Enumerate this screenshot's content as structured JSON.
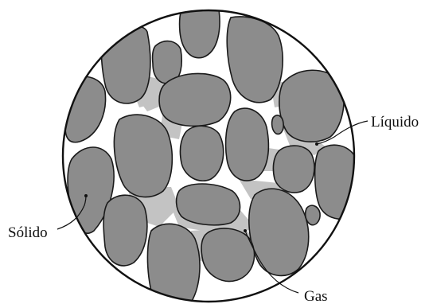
{
  "diagram": {
    "labels": {
      "liquid": "Líquido",
      "solid": "Sólido",
      "gas": "Gas"
    },
    "colors": {
      "solid_grain": "#8c8c8c",
      "liquid_film": "#c3c3c3",
      "gas_space": "#ffffff",
      "outline": "#1a1a1a"
    }
  }
}
